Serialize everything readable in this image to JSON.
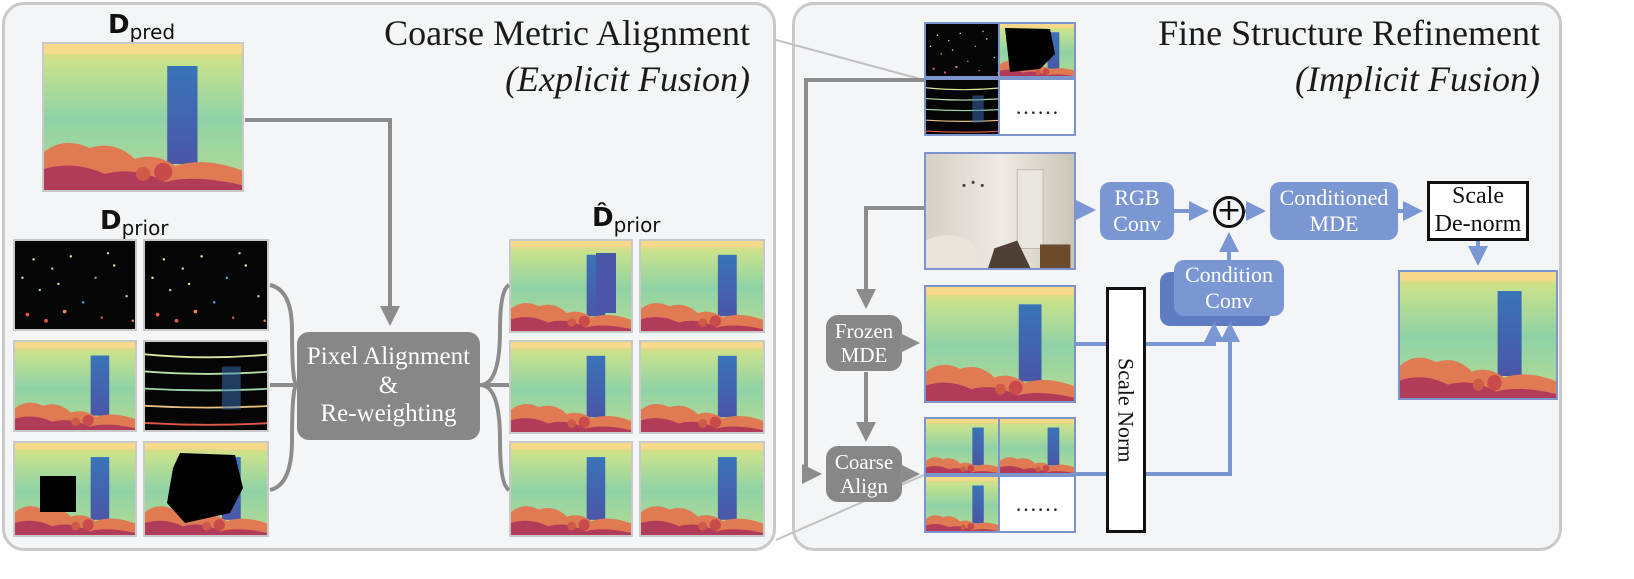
{
  "left_panel": {
    "title": "Coarse Metric Alignment",
    "subtitle": "(Explicit Fusion)",
    "d_pred_label": "D",
    "d_pred_sub": "pred",
    "d_prior_label": "D",
    "d_prior_sub": "prior",
    "d_prior_hat_label": "D̂",
    "d_prior_hat_sub": "prior",
    "pixel_alignment_box": "Pixel Alignment\n&\nRe-weighting"
  },
  "right_panel": {
    "title": "Fine Structure Refinement",
    "subtitle": "(Implicit Fusion)",
    "frozen_mde": "Frozen\nMDE",
    "coarse_align": "Coarse\nAlign",
    "rgb_conv": "RGB\nConv",
    "condition_conv": "Condition\nConv",
    "conditioned_mde": "Conditioned\nMDE",
    "scale_denorm": "Scale\nDe-norm",
    "scale_norm": "Scale Norm",
    "plus_symbol": "+",
    "ellipsis_top": "……",
    "ellipsis_bottom": "……"
  },
  "colors": {
    "panel_bg": "#f4f5f7",
    "panel_border": "#c9c9c9",
    "gray_box": "#878787",
    "blue_box": "#7b97d3",
    "gray_arrow": "#8c8c8c",
    "blue_arrow": "#7b97d3"
  }
}
